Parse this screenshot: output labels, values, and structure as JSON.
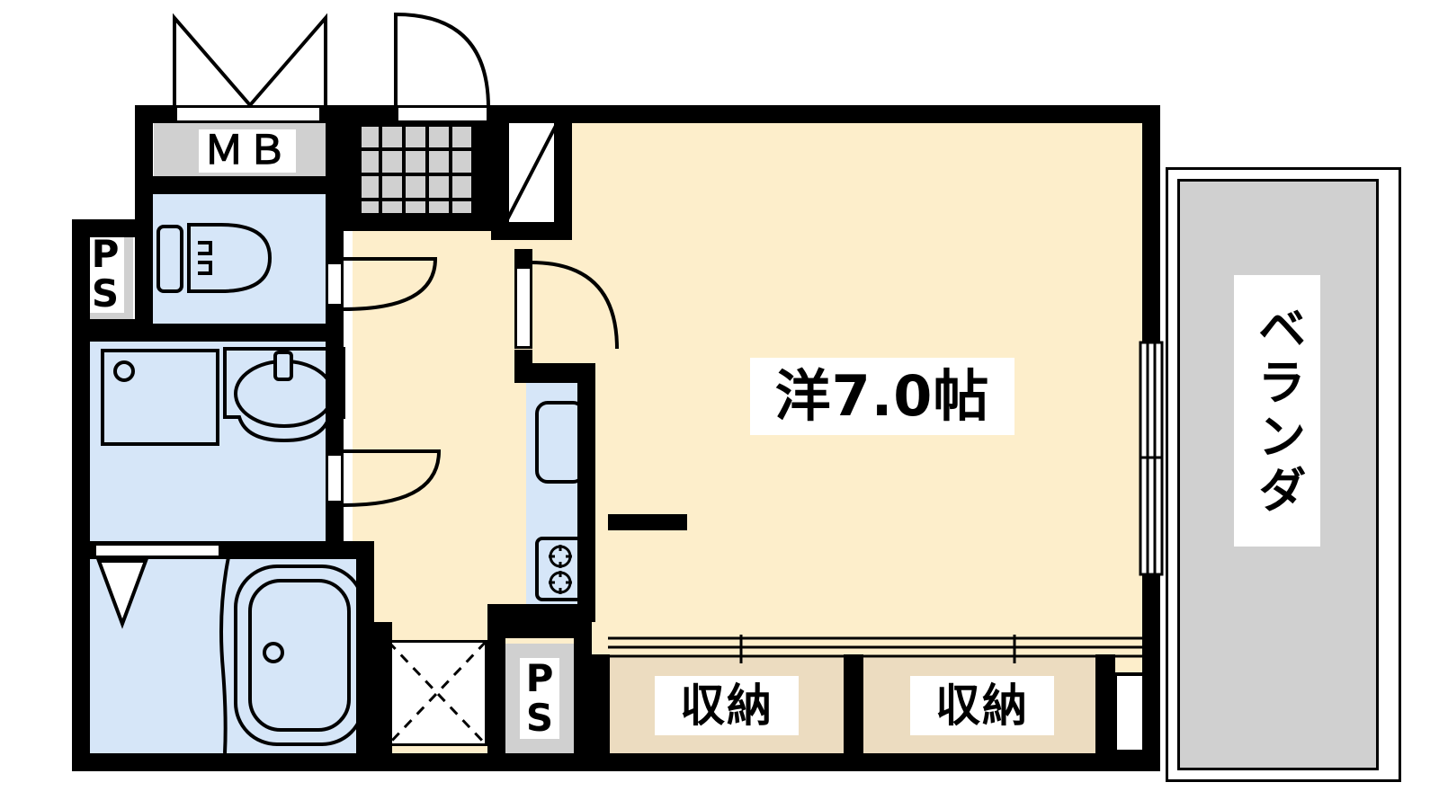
{
  "plan": {
    "type": "japanese-apartment-floorplan",
    "title": "1K apartment floor plan",
    "colors": {
      "wall": "#000000",
      "living_floor": "#fdeecb",
      "wet_floor": "#d6e6f8",
      "closet_floor": "#ecdcc0",
      "shaft_gray": "#d0d0d0",
      "background": "#ffffff"
    }
  },
  "rooms": [
    {
      "key": "main_room",
      "label": "洋7.0帖",
      "romaji_hint": "Western room 7.0 tatami"
    },
    {
      "key": "veranda",
      "label": "ベランダ",
      "romaji_hint": "Veranda / balcony"
    },
    {
      "key": "closet_left",
      "label": "収納",
      "romaji_hint": "Storage closet"
    },
    {
      "key": "closet_right",
      "label": "収納",
      "romaji_hint": "Storage closet"
    },
    {
      "key": "meter_box",
      "label": "ＭＢ",
      "romaji_hint": "Meter box"
    },
    {
      "key": "pipe_shaft_left",
      "label": "PS",
      "romaji_hint": "Pipe shaft"
    },
    {
      "key": "pipe_shaft_bottom",
      "label": "PS",
      "romaji_hint": "Pipe shaft"
    }
  ],
  "labels": {
    "main_room": "洋7.0帖",
    "veranda": "ベランダ",
    "closet_left": "収納",
    "closet_right": "収納",
    "meter_box": "ＭＢ",
    "ps_left_line1": "P",
    "ps_left_line2": "S",
    "ps_bottom_line1": "P",
    "ps_bottom_line2": "S"
  },
  "fixtures": [
    {
      "name": "toilet",
      "room": "toilet-room"
    },
    {
      "name": "washbasin",
      "room": "washroom"
    },
    {
      "name": "washing-machine-pan",
      "room": "washroom"
    },
    {
      "name": "bathtub",
      "room": "bathroom"
    },
    {
      "name": "shower-head",
      "room": "bathroom"
    },
    {
      "name": "kitchen-sink",
      "room": "kitchen"
    },
    {
      "name": "gas-stove-2burner",
      "room": "kitchen"
    },
    {
      "name": "shoe-cabinet",
      "room": "entrance"
    },
    {
      "name": "entrance-tiles",
      "room": "entrance"
    }
  ],
  "openings": [
    {
      "name": "entrance-door",
      "kind": "swing-door"
    },
    {
      "name": "meter-box-double-door",
      "kind": "double-swing-door"
    },
    {
      "name": "toilet-door",
      "kind": "swing-door"
    },
    {
      "name": "washroom-door",
      "kind": "swing-door"
    },
    {
      "name": "room-door",
      "kind": "swing-door"
    },
    {
      "name": "bathroom-door",
      "kind": "sliding-door"
    },
    {
      "name": "balcony-sliding-window",
      "kind": "sliding-glass-door"
    },
    {
      "name": "closet-sliding-doors",
      "kind": "sliding-closet-doors"
    },
    {
      "name": "side-window",
      "kind": "window"
    }
  ]
}
